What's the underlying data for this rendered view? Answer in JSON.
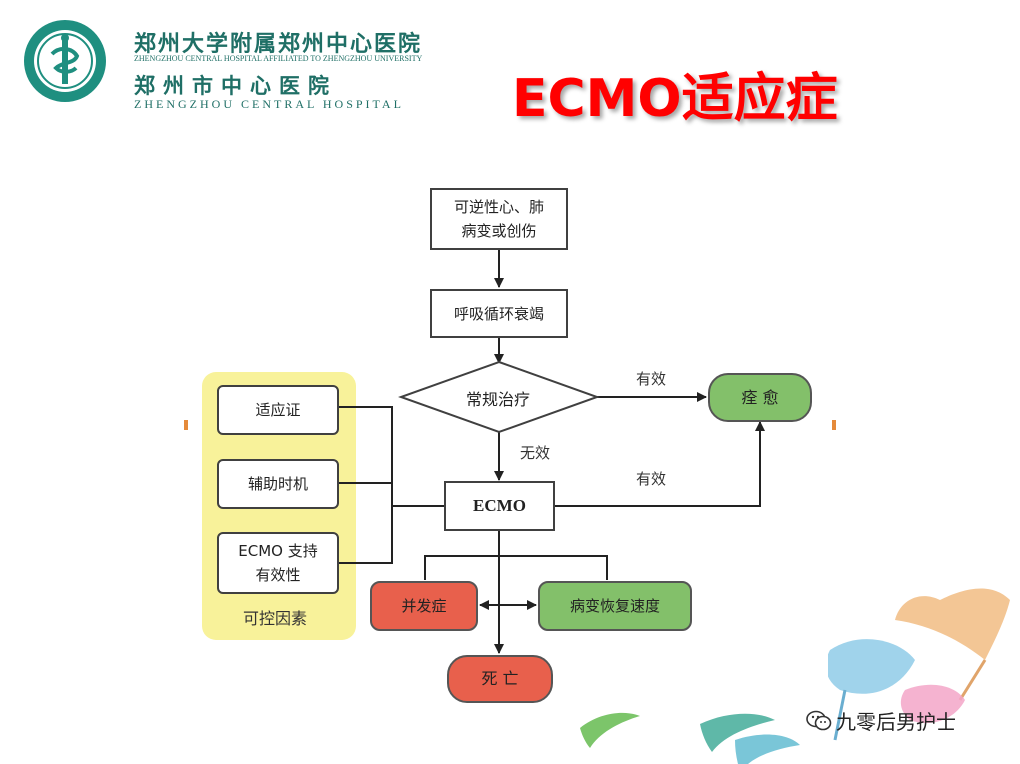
{
  "header": {
    "hospital_name_1": "郑州大学附属郑州中心医院",
    "hospital_name_1_en": "ZHENGZHOU CENTRAL HOSPITAL AFFILIATED TO ZHENGZHOU UNIVERSITY",
    "hospital_name_2": "郑州市中心医院",
    "hospital_name_2_en": "ZHENGZHOU CENTRAL HOSPITAL",
    "slide_title": "ECMO适应症"
  },
  "flowchart": {
    "nodes": {
      "cause": "可逆性心、肺\n病变或创伤",
      "failure": "呼吸循环衰竭",
      "treatment": "常规治疗",
      "cured": "痊  愈",
      "ecmo": "ECMO",
      "complication": "并发症",
      "recovery": "病变恢复速度",
      "death": "死  亡"
    },
    "edge_labels": {
      "effective_1": "有效",
      "ineffective": "无效",
      "effective_2": "有效"
    },
    "factors": {
      "items": [
        "适应证",
        "辅助时机",
        "ECMO 支持\n有效性"
      ],
      "group_label": "可控因素"
    }
  },
  "footer": {
    "watermark": "九零后男护士"
  },
  "colors": {
    "title": "#ff0000",
    "green_node": "#83c06a",
    "red_node": "#e8604c",
    "factor_panel": "#f8f29a",
    "brand": "#1f6f66"
  }
}
